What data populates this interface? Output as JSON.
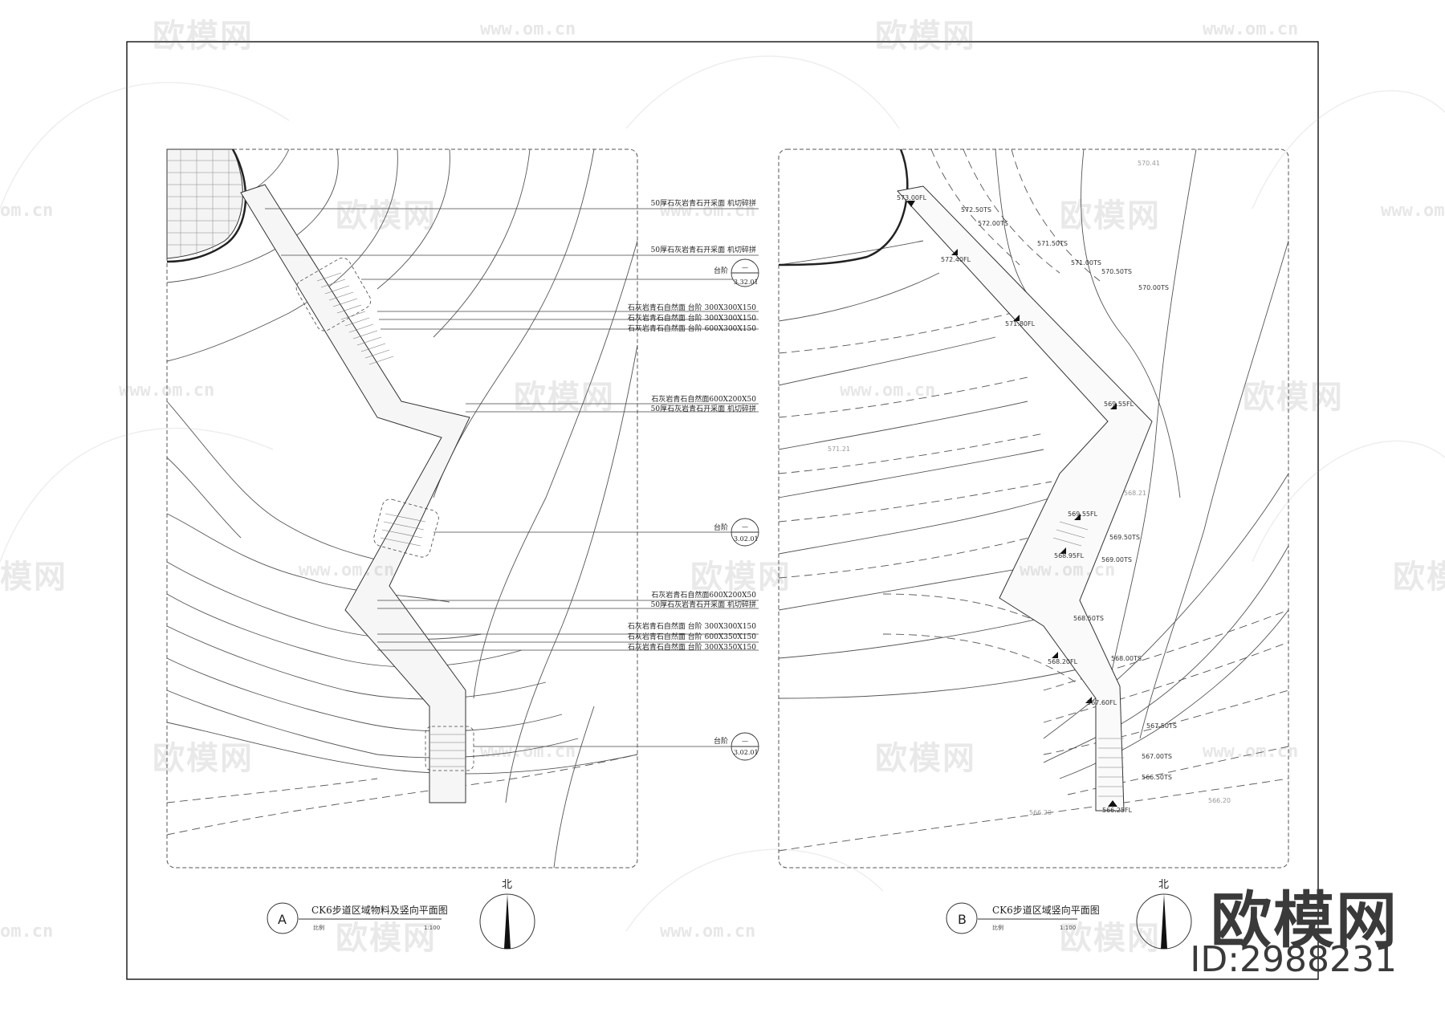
{
  "drawing": {
    "title_a": "CK6步道区域物料及竖向平面图",
    "title_b": "CK6步道区域竖向平面图",
    "label_a": "A",
    "label_b": "B",
    "north": "北",
    "scale_a_left": "比例",
    "scale_a_right": "1:100",
    "scale_b_left": "比例",
    "scale_b_right": "1:100"
  },
  "materials": [
    "50厚石灰岩青石开采面 机切碎拼",
    "50厚石灰岩青石开采面 机切碎拼",
    "石灰岩青石自然面  台阶  300X300X150",
    "石灰岩青石自然面  台阶  300X300X150",
    "石灰岩青石自然面  台阶  600X300X150",
    "石灰岩青石自然面600X200X50",
    "50厚石灰岩青石开采面 机切碎拼",
    "石灰岩青石自然面600X200X50",
    "50厚石灰岩青石开采面 机切碎拼",
    "石灰岩青石自然面  台阶  300X300X150",
    "石灰岩青石自然面  台阶  600X350X150",
    "石灰岩青石自然面  台阶  300X350X150"
  ],
  "steps": [
    {
      "label": "台阶",
      "code": "3.32.01",
      "mark": "—"
    },
    {
      "label": "台阶",
      "code": "3.02.01",
      "mark": "—"
    },
    {
      "label": "台阶",
      "code": "3.02.01",
      "mark": "—"
    }
  ],
  "elevations": [
    "573.00FL",
    "572.50TS",
    "572.00TS",
    "572.40FL",
    "571.50TS",
    "571.00TS",
    "570.50TS",
    "570.00TS",
    "571.80FL",
    "569.55FL",
    "569.55FL",
    "569.50TS",
    "568.95FL",
    "569.00TS",
    "568.50TS",
    "568.20FL",
    "568.00TS",
    "567.60FL",
    "567.50TS",
    "567.00TS",
    "566.50TS",
    "566.25FL",
    "566.20",
    "566.20",
    "571.21",
    "568.21",
    "570.41"
  ],
  "watermark": {
    "brand": "欧模网",
    "id": "ID:2988231",
    "url": "www.om.cn",
    "url_short": "om.cn",
    "partial": "模网"
  }
}
